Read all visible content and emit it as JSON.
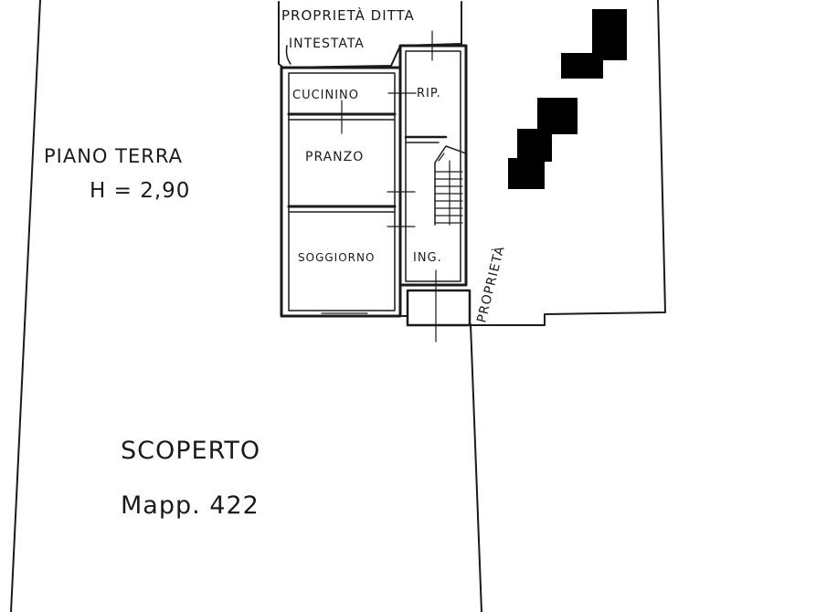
{
  "title": {
    "floor": "PIANO TERRA",
    "height": "H = 2,90"
  },
  "rooms": {
    "owner_line1": "PROPRIETÀ DITTA",
    "owner_line2": "INTESTATA",
    "kitchenette": "CUCININO",
    "storage": "RIP.",
    "dining": "PRANZO",
    "living": "SOGGIORNO",
    "entrance": "ING."
  },
  "neighbor_label": "PROPRIETÀ",
  "yard": {
    "label": "SCOPERTO",
    "parcel": "Mapp. 422"
  },
  "colors": {
    "ink": "#1a1a1a",
    "paper": "#ffffff",
    "redaction": "#000000"
  }
}
